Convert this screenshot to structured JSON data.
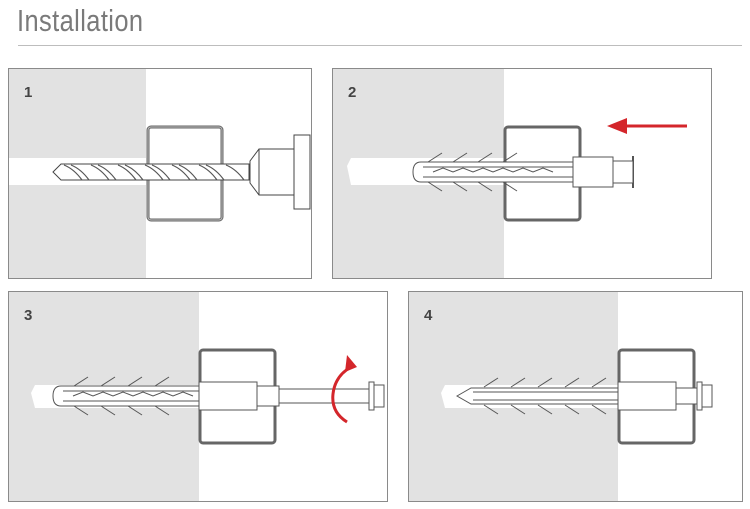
{
  "header": {
    "title": "Installation"
  },
  "steps": [
    {
      "number": "1",
      "action": "drill"
    },
    {
      "number": "2",
      "action": "insert"
    },
    {
      "number": "3",
      "action": "screw"
    },
    {
      "number": "4",
      "action": "fixed"
    }
  ],
  "colors": {
    "wall": "#e2e2e2",
    "arrow": "#d4262b",
    "outline": "#555555"
  }
}
